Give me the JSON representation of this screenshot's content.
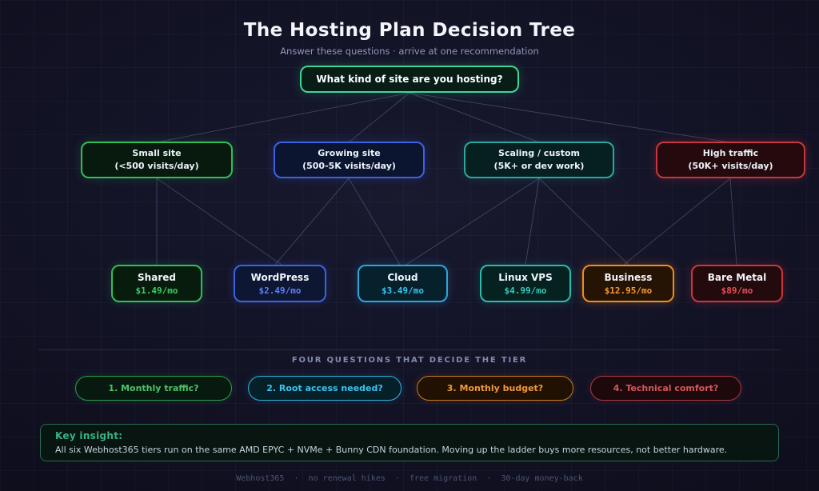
{
  "title": "The Hosting Plan Decision Tree",
  "subtitle": "Answer these questions · arrive at one recommendation",
  "root": {
    "question": "What kind of site are you hosting?"
  },
  "branches": [
    {
      "title": "Small site",
      "detail": "(<500 visits/day)",
      "color": "#2fbf57"
    },
    {
      "title": "Growing site",
      "detail": "(500-5K visits/day)",
      "color": "#3b62e0"
    },
    {
      "title": "Scaling / custom",
      "detail": "(5K+ or dev work)",
      "color": "#28a89e"
    },
    {
      "title": "High traffic",
      "detail": "(50K+ visits/day)",
      "color": "#cc353d"
    }
  ],
  "plans": [
    {
      "name": "Shared",
      "price": "$1.49/mo",
      "color": "#3ecb62"
    },
    {
      "name": "WordPress",
      "price": "$2.49/mo",
      "color": "#5c7ffa"
    },
    {
      "name": "Cloud",
      "price": "$3.49/mo",
      "color": "#38c6f0"
    },
    {
      "name": "Linux VPS",
      "price": "$4.99/mo",
      "color": "#36cbb8"
    },
    {
      "name": "Business",
      "price": "$12.95/mo",
      "color": "#f49b3a"
    },
    {
      "name": "Bare Metal",
      "price": "$89/mo",
      "color": "#e5525a"
    }
  ],
  "questions": {
    "heading": "FOUR QUESTIONS THAT DECIDE THE TIER",
    "pills": [
      {
        "label": "1. Monthly traffic?",
        "color": "#4cc368"
      },
      {
        "label": "2. Root access needed?",
        "color": "#3cc2ee"
      },
      {
        "label": "3. Monthly budget?",
        "color": "#f0993d"
      },
      {
        "label": "4. Technical comfort?",
        "color": "#d6565e"
      }
    ]
  },
  "key_insight": {
    "label": "Key insight:",
    "text": "All six Webhost365 tiers run on the same AMD EPYC + NVMe + Bunny CDN foundation. Moving up the ladder buys more resources, not better hardware."
  },
  "footer": "Webhost365  ·  no renewal hikes  ·  free migration  ·  30-day money-back"
}
